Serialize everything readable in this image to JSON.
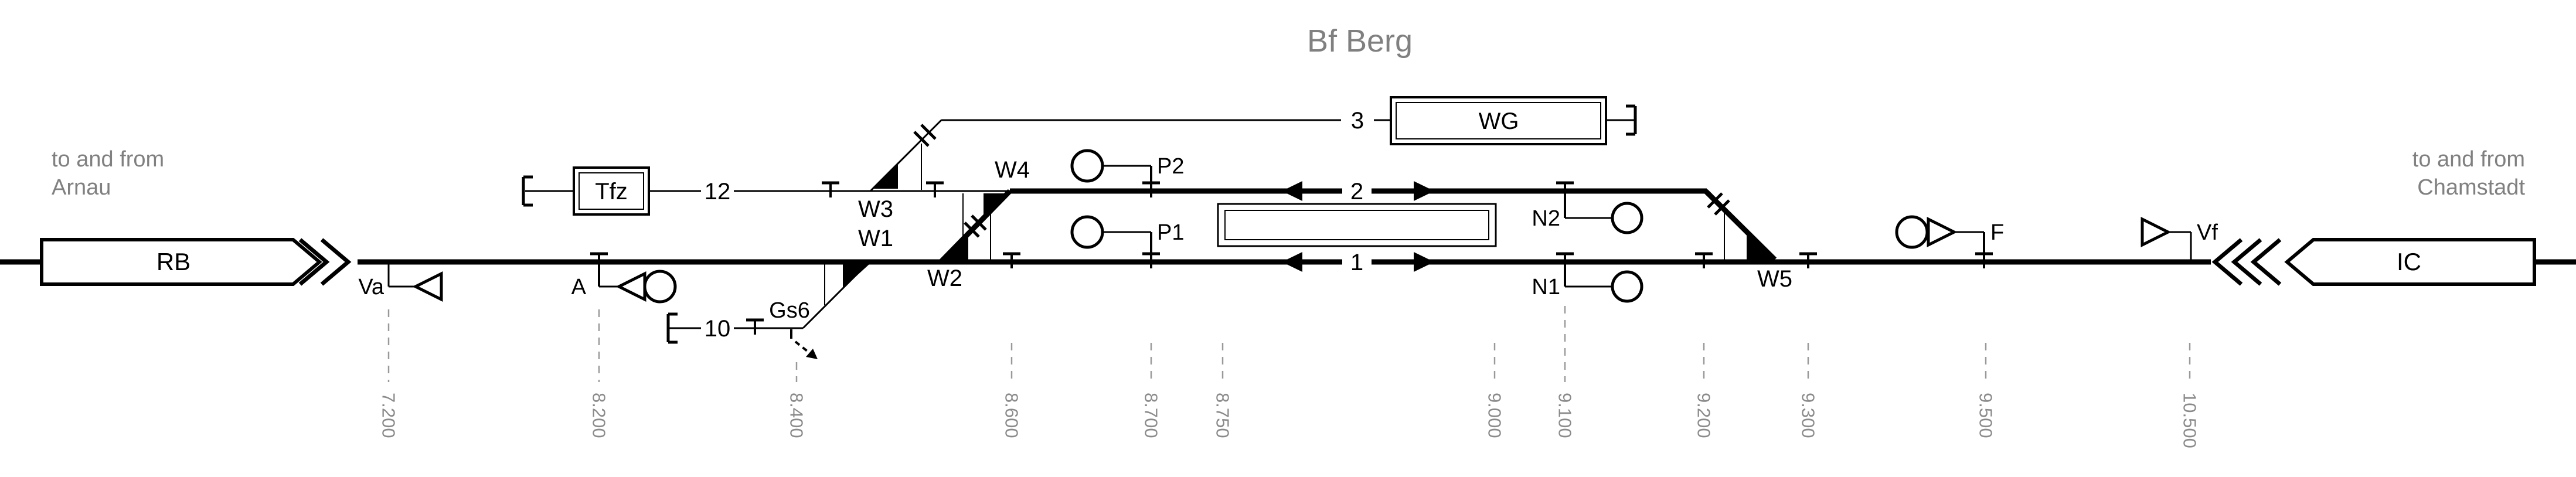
{
  "title": "Bf Berg",
  "colors": {
    "ink": "#000000",
    "muted_text": "#808080",
    "km_gray": "#8a8a8a",
    "background": "#ffffff"
  },
  "corner_notes": {
    "left": {
      "line1": "to and from",
      "line2": "Arnau"
    },
    "right": {
      "line1": "to and from",
      "line2": "Chamstadt"
    }
  },
  "train_routes": {
    "left": "RB",
    "right": "IC"
  },
  "buildings": {
    "tfz": "Tfz",
    "wg": "WG"
  },
  "track_numbers": {
    "t1": "1",
    "t2": "2",
    "t3": "3",
    "t10": "10",
    "t12": "12"
  },
  "switches": {
    "w1": "W1",
    "w2": "W2",
    "w3": "W3",
    "w4": "W4",
    "w5": "W5"
  },
  "signals": {
    "va": "Va",
    "a": "A",
    "gs6": "Gs6",
    "p1": "P1",
    "p2": "P2",
    "n1": "N1",
    "n2": "N2",
    "f": "F",
    "vf": "Vf"
  },
  "km_marks": [
    {
      "label": "7.200"
    },
    {
      "label": "8.200"
    },
    {
      "label": "8.400"
    },
    {
      "label": "8.600"
    },
    {
      "label": "8.700"
    },
    {
      "label": "8.750"
    },
    {
      "label": "9.000"
    },
    {
      "label": "9.100"
    },
    {
      "label": "9.200"
    },
    {
      "label": "9.300"
    },
    {
      "label": "9.500"
    },
    {
      "label": "10.500"
    }
  ]
}
